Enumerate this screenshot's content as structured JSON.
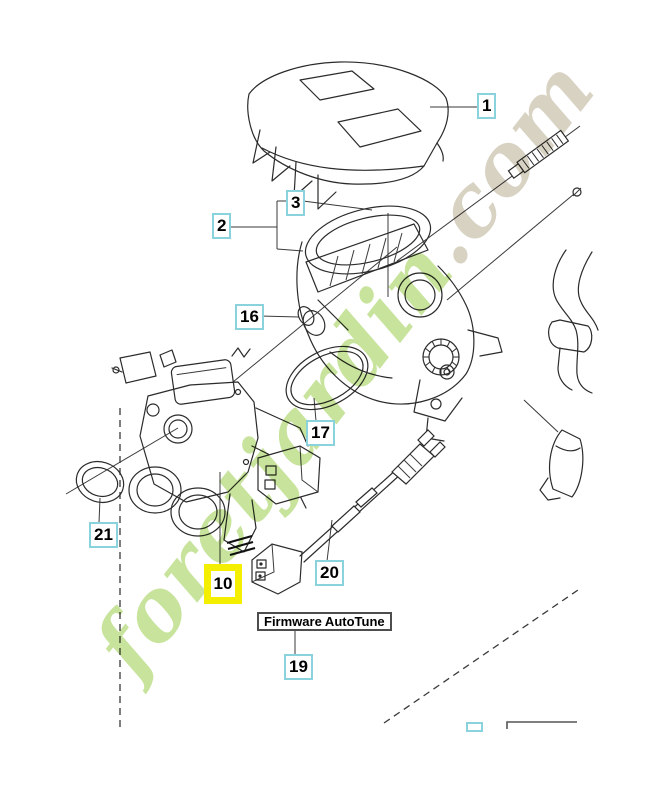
{
  "diagram": {
    "type": "exploded-parts-diagram",
    "annotation_label": "Firmware AutoTune",
    "highlight_color": "#f4ee00",
    "callout_border_color": "#8ad3dc",
    "line_color": "#2b2b2b"
  },
  "watermark": {
    "text_green": "foretjardin",
    "text_beige": ".com",
    "color_green": "#c7e39c",
    "color_beige": "#d8d2c3"
  },
  "callouts": [
    {
      "id": "1",
      "label": "1",
      "highlighted": false
    },
    {
      "id": "2",
      "label": "2",
      "highlighted": false
    },
    {
      "id": "3",
      "label": "3",
      "highlighted": false
    },
    {
      "id": "16",
      "label": "16",
      "highlighted": false
    },
    {
      "id": "17",
      "label": "17",
      "highlighted": false
    },
    {
      "id": "21",
      "label": "21",
      "highlighted": false
    },
    {
      "id": "10",
      "label": "10",
      "highlighted": true
    },
    {
      "id": "20",
      "label": "20",
      "highlighted": false
    },
    {
      "id": "19",
      "label": "19",
      "highlighted": false
    },
    {
      "id": "partial",
      "label": "",
      "highlighted": false
    }
  ]
}
